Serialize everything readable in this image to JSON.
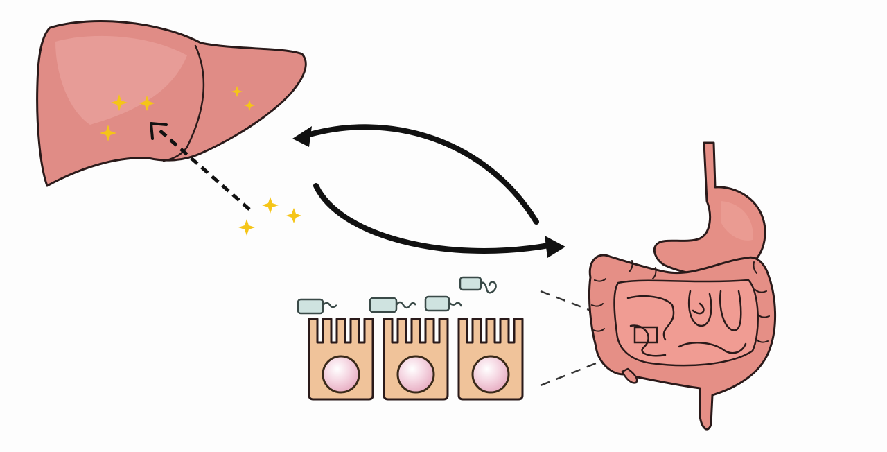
{
  "figure": {
    "colors": {
      "background": "#fdfdfd",
      "liver": "#e08c86",
      "liver_highlight": "#e9a29c",
      "gut": "#e58f86",
      "gut_dark": "#c96e67",
      "sparkle": "#f5c518",
      "cell": "#f0c39a",
      "cell_outline": "#3a2a1a",
      "nucleus": "#f1c4d4",
      "microbe": "#cfe3e0",
      "arrow": "#111111"
    },
    "elements": [
      {
        "name": "liver",
        "icon": "liver-icon"
      },
      {
        "name": "intestine",
        "icon": "intestine-icon"
      },
      {
        "name": "stomach",
        "icon": "stomach-icon"
      },
      {
        "name": "intestinal-epithelial-cells",
        "count": 3
      },
      {
        "name": "gut-bacteria",
        "count": 4
      },
      {
        "name": "metabolite-sparkles",
        "count": 8
      }
    ],
    "arrows": [
      {
        "name": "liver-to-gut-arrow",
        "style": "solid-curved"
      },
      {
        "name": "gut-to-liver-arrow",
        "style": "solid-curved"
      },
      {
        "name": "metabolite-to-liver-arrow",
        "style": "dashed"
      },
      {
        "name": "zoom-guide-lines",
        "style": "dashed"
      }
    ]
  }
}
